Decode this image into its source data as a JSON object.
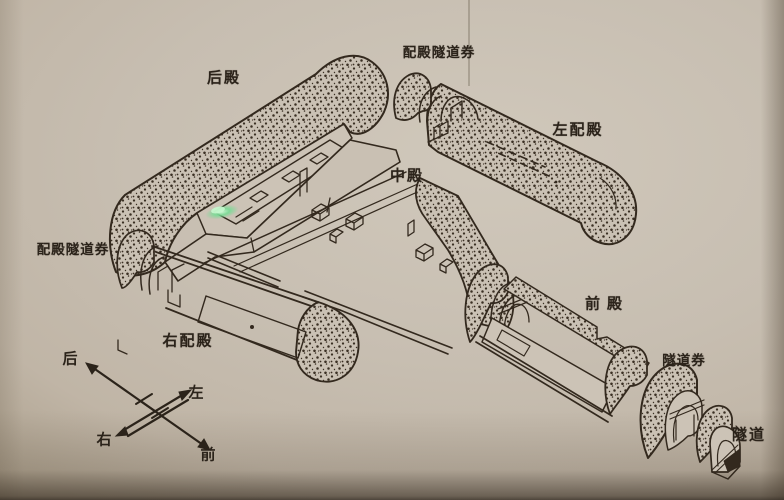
{
  "figure": {
    "kind": "isometric cutaway line drawing of tomb chambers (photographed book page)",
    "paper_color": "#c7beb1",
    "ink_color": "#33291e",
    "laser_pointer_color": "#7ee89a"
  },
  "labels": {
    "rear_hall": "后殿",
    "side_hall_tunnel_vault_top": "配殿隧道券",
    "left_side_hall": "左配殿",
    "middle_hall": "中殿",
    "side_hall_tunnel_vault_left": "配殿隧道券",
    "right_side_hall": "右配殿",
    "front_hall": "前殿",
    "tunnel_vault": "隧道券",
    "tunnel": "隧道"
  },
  "compass": {
    "back": "后",
    "left": "左",
    "right": "右",
    "front": "前"
  }
}
